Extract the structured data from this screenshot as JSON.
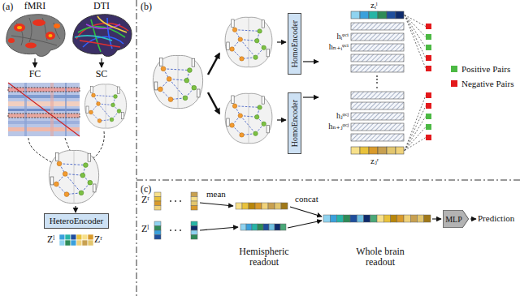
{
  "diagram": {
    "nodes": [
      {
        "text": [
          "fMRI"
        ]
      },
      {
        "text": [
          "DTI"
        ]
      },
      {
        "text": [
          "FC"
        ]
      },
      {
        "text": [
          "SC"
        ]
      },
      {
        "text": [
          "HeteroEncoder"
        ]
      },
      {
        "text": [
          "HomoEncoder"
        ]
      },
      {
        "text": [
          "HomoEncoder"
        ]
      },
      {
        "text": [
          "MLP"
        ]
      }
    ],
    "edges": [
      {
        "from": 0,
        "to": 2,
        "arrow": "to"
      },
      {
        "from": 1,
        "to": 3,
        "arrow": "to"
      }
    ],
    "labels": [
      "(a)",
      "Zˡ",
      "Zʳ",
      "(b)",
      "zᵢˡ",
      "hᵢᵠᶜⁱ",
      "hₙ₊ᵢᵠᶜⁱ",
      "hⱼᵠᶜʲ",
      "hₙ₊ⱼᵠᶜʲ",
      "zⱼʳ",
      "(c)",
      "Zʳ",
      "Zˡ",
      "mean",
      "concat",
      "Hemispheric readout",
      "Whole brain readout",
      "Prediction"
    ],
    "legend": [
      {
        "text": "Positive Pairs",
        "color": "#4cb944"
      },
      {
        "text": "Negative Pairs",
        "color": "#e3191c"
      }
    ]
  }
}
